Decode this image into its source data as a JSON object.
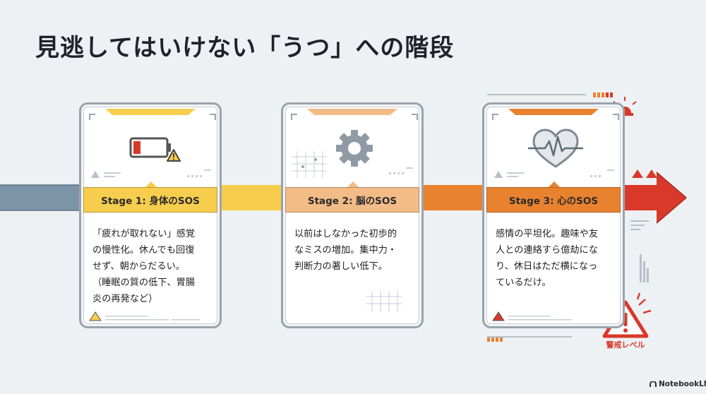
{
  "title": "見逃してはいけない「うつ」への階段",
  "stages": [
    {
      "label": "Stage 1: 身体のSOS",
      "description": "「疲れが取れない」感覚\nの慢性化。休んでも回復\nせず、朝からだるい。\n（睡眠の質の低下、胃腸\n炎の再発など）",
      "icon": "low-battery-warning-icon",
      "color": "#f6cd4c",
      "light_color": "#fbe597"
    },
    {
      "label": "Stage 2: 脳のSOS",
      "description": "以前はしなかった初歩的\nなミスの増加。集中力・\n判断力の著しい低下。",
      "icon": "gear-icon",
      "color": "#f3bb86",
      "light_color": "#f8d4ae"
    },
    {
      "label": "Stage 3: 心のSOS",
      "description": "感情の平坦化。趣味や友\n人との連絡すら億劫にな\nり、休日はただ横になっ\nているだけ。",
      "icon": "heart-pulse-icon",
      "color": "#e9822f",
      "light_color": "#f3b074"
    }
  ],
  "alert": {
    "label": "警戒レベル",
    "icon": "warning-triangle-icon",
    "color": "#d8392b"
  },
  "branding": "NotebookLM"
}
